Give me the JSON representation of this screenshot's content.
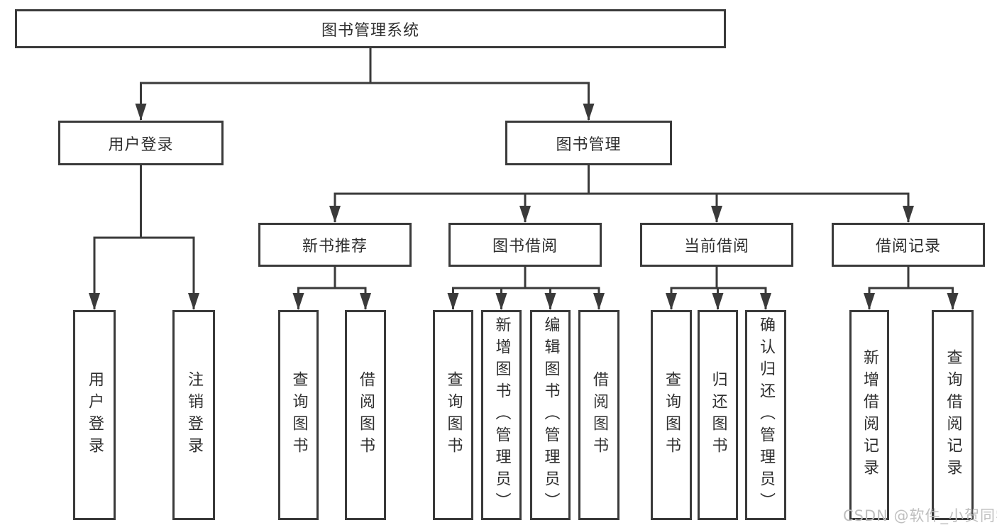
{
  "diagram": {
    "title_node": {
      "label": "图书管理系统"
    },
    "level2": [
      {
        "label": "用户登录"
      },
      {
        "label": "图书管理"
      }
    ],
    "level3": [
      {
        "label": "新书推荐"
      },
      {
        "label": "图书借阅"
      },
      {
        "label": "当前借阅"
      },
      {
        "label": "借阅记录"
      }
    ],
    "leaves": {
      "user_login": [
        "用户登录",
        "注销登录"
      ],
      "new_book": [
        "查询图书",
        "借阅图书"
      ],
      "book_borrow": [
        "查询图书",
        "新增图书（管理员）",
        "编辑图书（管理员）",
        "借阅图书"
      ],
      "current_borrow": [
        "查询图书",
        "归还图书",
        "确认归还（管理员）"
      ],
      "borrow_record": [
        "新增借阅记录",
        "查询借阅记录"
      ]
    },
    "watermark": "CSDN @软件_小贺同学",
    "colors": {
      "line": "#3a3a3a",
      "text": "#2f2f2f",
      "watermark": "#bfbfbf",
      "background": "#ffffff"
    }
  }
}
